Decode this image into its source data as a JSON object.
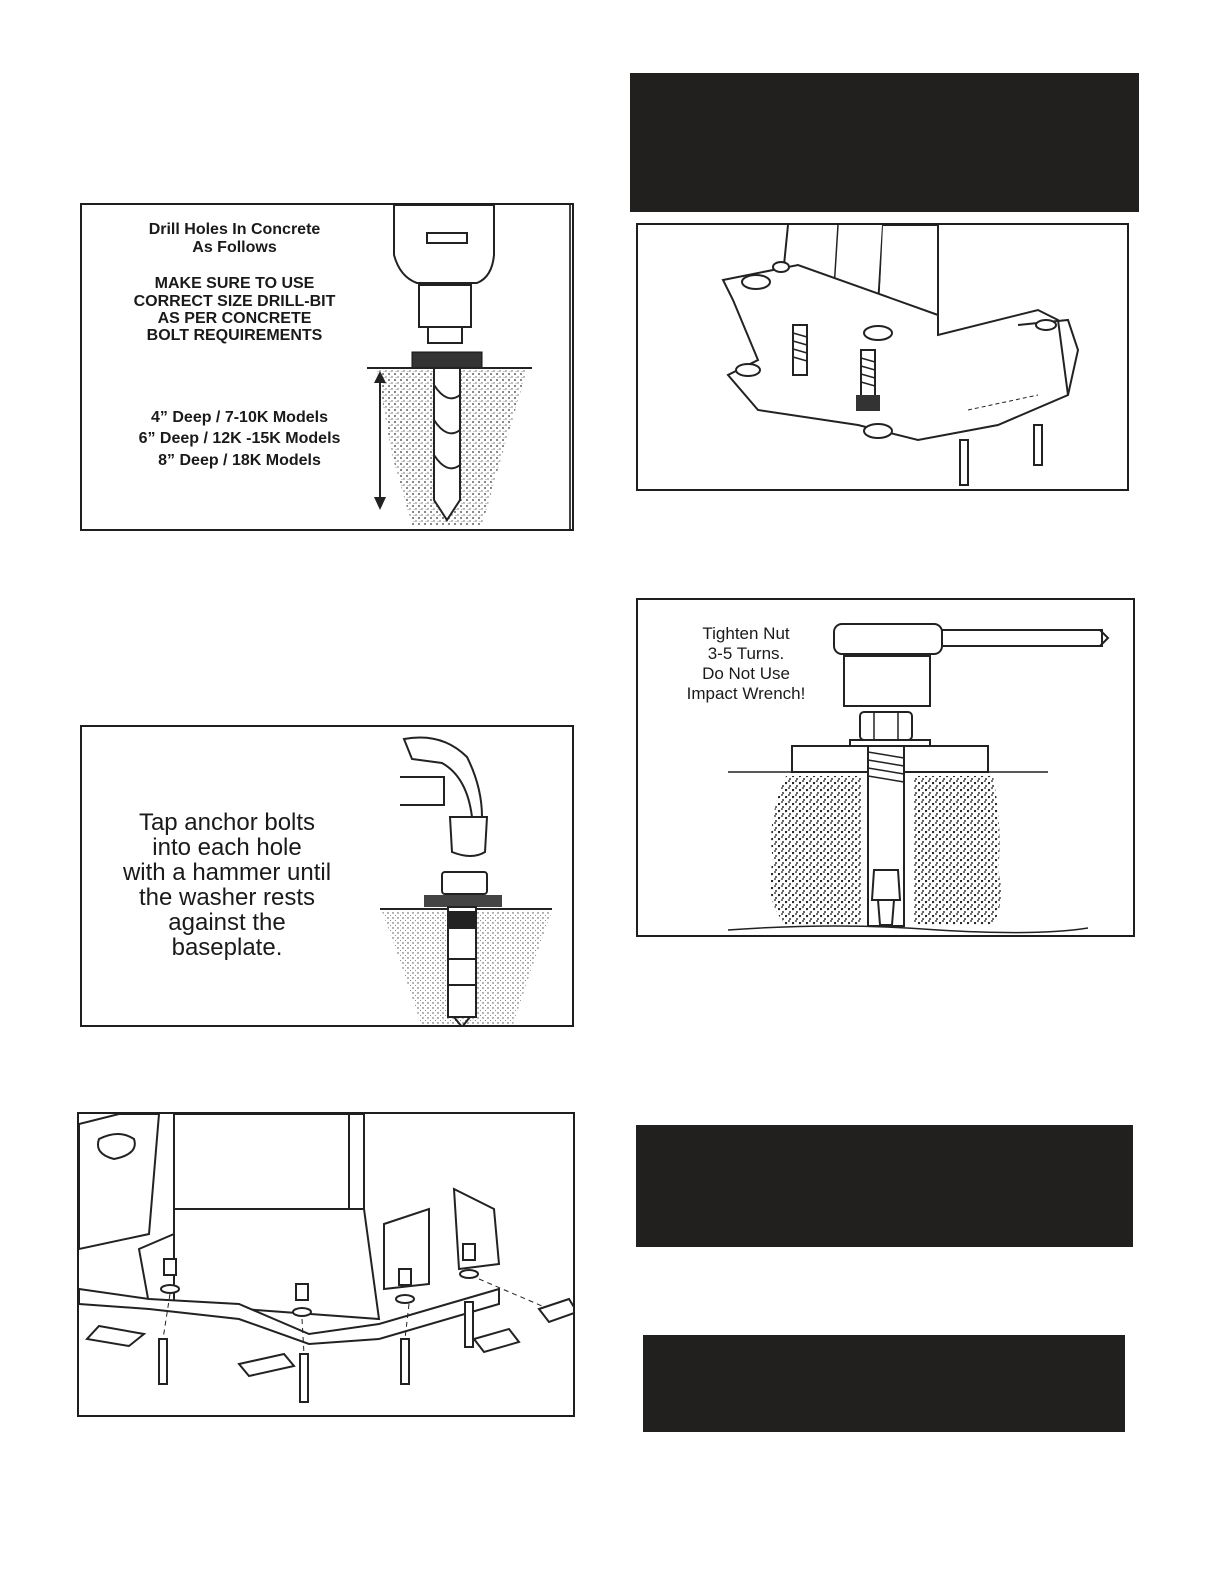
{
  "drill_panel": {
    "title_line1": "Drill Holes In Concrete",
    "title_line2": "As Follows",
    "note_line1": "MAKE SURE TO USE",
    "note_line2": "CORRECT SIZE DRILL-BIT",
    "note_line3": "AS PER CONCRETE",
    "note_line4": "BOLT REQUIREMENTS",
    "depth_line1": "4” Deep / 7-10K Models",
    "depth_line2": "6” Deep / 12K -15K Models",
    "depth_line3": "8” Deep / 18K Models"
  },
  "tighten_panel": {
    "line1": "Tighten Nut",
    "line2": "3-5 Turns.",
    "line3": "Do Not Use",
    "line4": "Impact Wrench!"
  },
  "tap_panel": {
    "line1": "Tap anchor bolts",
    "line2": "into each hole",
    "line3": "with a hammer until",
    "line4": "the washer rests",
    "line5": "against the",
    "line6": "baseplate."
  },
  "colors": {
    "bar": "#221f1f",
    "border": "#1e1e1e"
  }
}
